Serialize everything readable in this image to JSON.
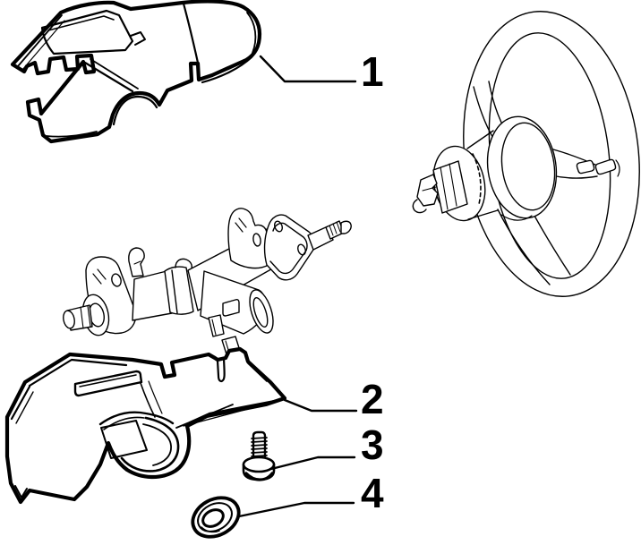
{
  "diagram": {
    "background_color": "#ffffff",
    "line_color": "#000000",
    "callouts": [
      {
        "label": "1",
        "part": "steering-column-upper-cover"
      },
      {
        "label": "2",
        "part": "steering-column-lower-cover"
      },
      {
        "label": "3",
        "part": "fixing-screw"
      },
      {
        "label": "4",
        "part": "washer-grommet"
      }
    ],
    "unlabeled_parts": [
      {
        "name": "steering-column-assembly"
      },
      {
        "name": "steering-wheel"
      }
    ]
  }
}
